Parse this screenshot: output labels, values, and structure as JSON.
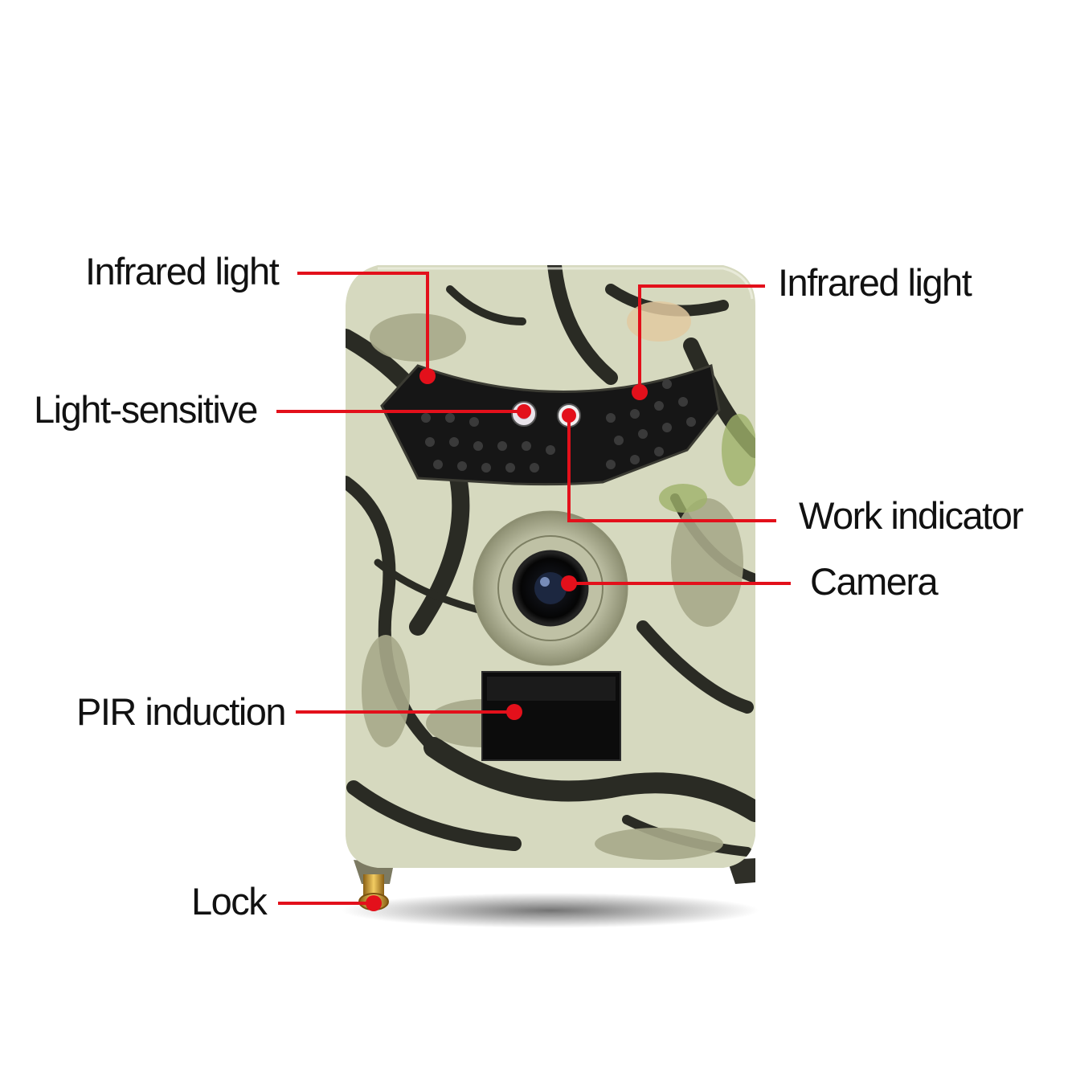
{
  "annotation_color": "#e3101b",
  "labels": {
    "infrared_left": "Infrared light",
    "infrared_right": "Infrared light",
    "light_sensitive": "Light-sensitive",
    "work_indicator": "Work indicator",
    "camera": "Camera",
    "pir_induction": "PIR induction",
    "lock": "Lock"
  },
  "device": {
    "body_pattern": "camouflage",
    "colors": {
      "camo_light": "#d6d9bf",
      "camo_mid": "#a7a98a",
      "camo_dark": "#2a2b24",
      "ir_panel": "#161616",
      "pir_window": "#0c0c0c",
      "lock_brass": "#d6a640"
    },
    "lens_icon": "camera-lens-icon",
    "sensor_icon": "light-sensor-icon",
    "indicator_icon": "work-indicator-icon"
  }
}
